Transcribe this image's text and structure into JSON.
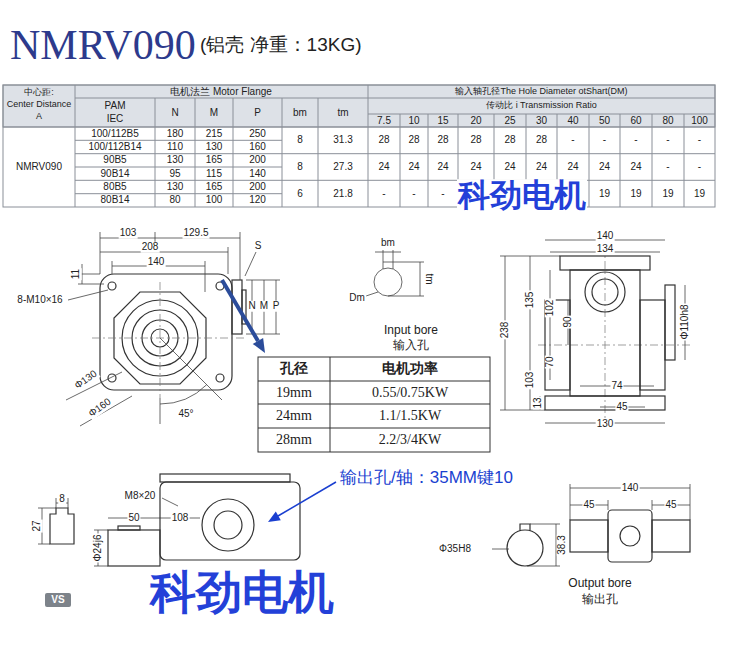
{
  "diagram": {
    "title": "NMRV090",
    "labels": [
      "(铝壳 净重：13KG)",
      "中心距:",
      "Center Distance",
      "A",
      "电机法兰 Motor Flange",
      "输入轴孔径The Hole Diameter otShart(DM)",
      "PAM",
      "IEC",
      "N",
      "M",
      "P",
      "bm",
      "tm",
      "传动比 i Transmission Ratio",
      "7.5",
      "10",
      "15",
      "20",
      "25",
      "30",
      "40",
      "50",
      "60",
      "80",
      "100",
      "NMRV090",
      "100/112B5",
      "180",
      "215",
      "250",
      "100/112B14",
      "110",
      "130",
      "160",
      "90B5",
      "130",
      "165",
      "200",
      "90B14",
      "95",
      "115",
      "140",
      "80B5",
      "130",
      "165",
      "200",
      "80B14",
      "80",
      "100",
      "120",
      "8",
      "31.3",
      "8",
      "27.3",
      "6",
      "21.8",
      "28",
      "28",
      "28",
      "28",
      "28",
      "28",
      "-",
      "-",
      "-",
      "-",
      "-",
      "24",
      "24",
      "24",
      "24",
      "24",
      "24",
      "24",
      "24",
      "24",
      "-",
      "-",
      "-",
      "-",
      "-",
      "19",
      "19",
      "19",
      "19",
      "科劲电机",
      "103",
      "129.5",
      "208",
      "140",
      "S",
      "11",
      "8-M10×16",
      "N",
      "M",
      "P",
      "Φ130",
      "Φ160",
      "45°",
      "bm",
      "tm",
      "Dm",
      "Input bore",
      "输入孔",
      "140",
      "134",
      "238",
      "135",
      "102",
      "90",
      "103",
      "70",
      "Φ110h8",
      "74",
      "45",
      "13",
      "130",
      "孔径",
      "电机功率",
      "19mm",
      "0.55/0.75KW",
      "24mm",
      "1.1/1.5KW",
      "28mm",
      "2.2/3/4KW",
      "输出孔/轴：35MM键10",
      "8",
      "27",
      "M8×20",
      "50",
      "108",
      "Φ24j6",
      "科劲电机",
      "VS",
      "140",
      "45",
      "45",
      "Φ35H8",
      "38.3",
      "Output bore",
      "输出孔"
    ]
  }
}
